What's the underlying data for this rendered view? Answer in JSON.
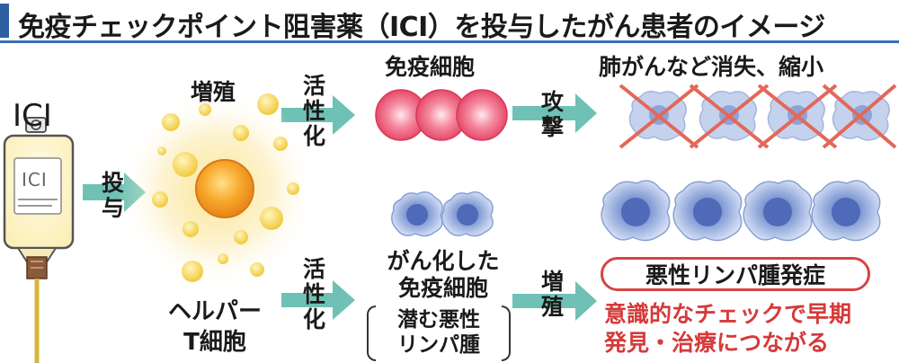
{
  "title": "免疫チェックポイント阻害薬（ICI）を投与したがん患者のイメージ",
  "drug": {
    "label": "ICI",
    "bag_label": "ICI"
  },
  "steps": {
    "administer": [
      "投",
      "与"
    ],
    "activate_top": [
      "活",
      "性",
      "化"
    ],
    "activate_bottom": [
      "活",
      "性",
      "化"
    ],
    "attack": [
      "攻",
      "撃"
    ],
    "proliferate": [
      "増",
      "殖"
    ]
  },
  "labels": {
    "proliferation": "増殖",
    "helper_t_line1": "ヘルパー",
    "helper_t_line2": "T細胞",
    "immune_cells": "免疫細胞",
    "cancer_shrink": "肺がんなど消失、縮小",
    "cancerous_line1": "がん化した",
    "cancerous_line2": "免疫細胞",
    "latent_line1": "潜む悪性",
    "latent_line2": "リンパ腫",
    "lymphoma": "悪性リンパ腫発症",
    "note_line1": "意識的なチェックで早期",
    "note_line2": "発見・治療につながる"
  },
  "colors": {
    "accent_blue": "#2f5fa3",
    "arrow_teal": "#6fc1b5",
    "immune_red": "#e8506a",
    "cell_blue": "#7f99d3",
    "alert_red": "#d53a3a",
    "glow_yellow": "#f6dc6a"
  }
}
